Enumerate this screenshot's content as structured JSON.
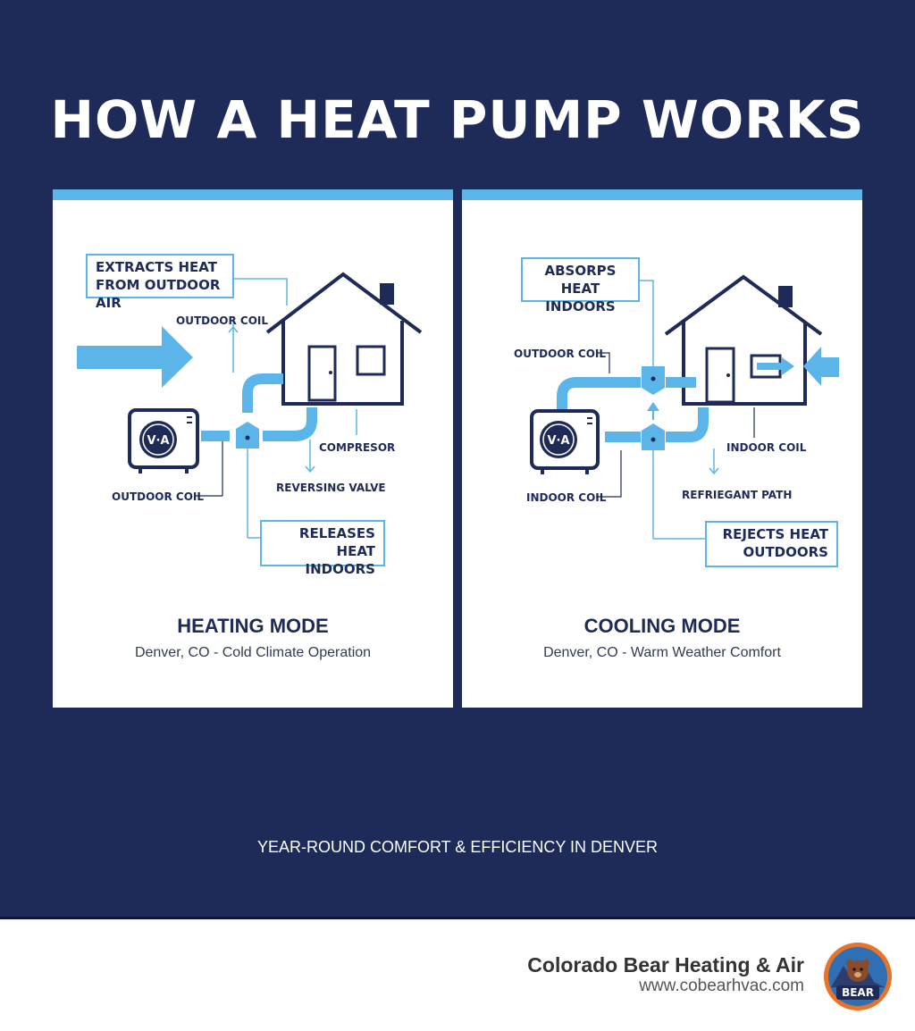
{
  "title": "HOW A HEAT PUMP WORKS",
  "heating": {
    "box_top": [
      "EXTRACTS HEAT",
      "FROM OUTDOOR AIR"
    ],
    "label_outdoor_coil_top": "OUTDOOR COIL",
    "label_compressor": "COMPRESOR",
    "label_outdoor_coil_bottom": "OUTDOOR COIL",
    "label_reversing_valve": "REVERSING VALVE",
    "box_bottom": [
      "RELEASES HEAT",
      "INDOORS"
    ],
    "unit_badge": "V·A",
    "mode_title": "HEATING MODE",
    "mode_subtitle": "Denver, CO - Cold Climate Operation"
  },
  "cooling": {
    "box_top": [
      "ABSORPS HEAT",
      "INDOORS"
    ],
    "label_outdoor_coil": "OUTDOOR COIL",
    "label_indoor_coil_right": "INDOOR COIL",
    "label_indoor_coil_left": "INDOOR COIL",
    "label_refrigerant_path": "REFRIEGANT PATH",
    "box_bottom": [
      "REJECTS HEAT",
      "OUTDOORS"
    ],
    "unit_badge": "V·A",
    "mode_title": "COOLING MODE",
    "mode_subtitle": "Denver, CO - Warm Weather Comfort"
  },
  "tagline": "YEAR-ROUND COMFORT & EFFICIENCY IN DENVER",
  "footer": {
    "company": "Colorado Bear Heating & Air",
    "url": "www.cobearhvac.com",
    "logo_text": "BEAR"
  },
  "colors": {
    "navy": "#1e2a58",
    "accent_blue": "#5bb5e8",
    "white": "#ffffff"
  },
  "icons": [
    "house-icon",
    "heat-pump-unit-icon",
    "airflow-arrow-icon",
    "bear-logo-icon"
  ]
}
